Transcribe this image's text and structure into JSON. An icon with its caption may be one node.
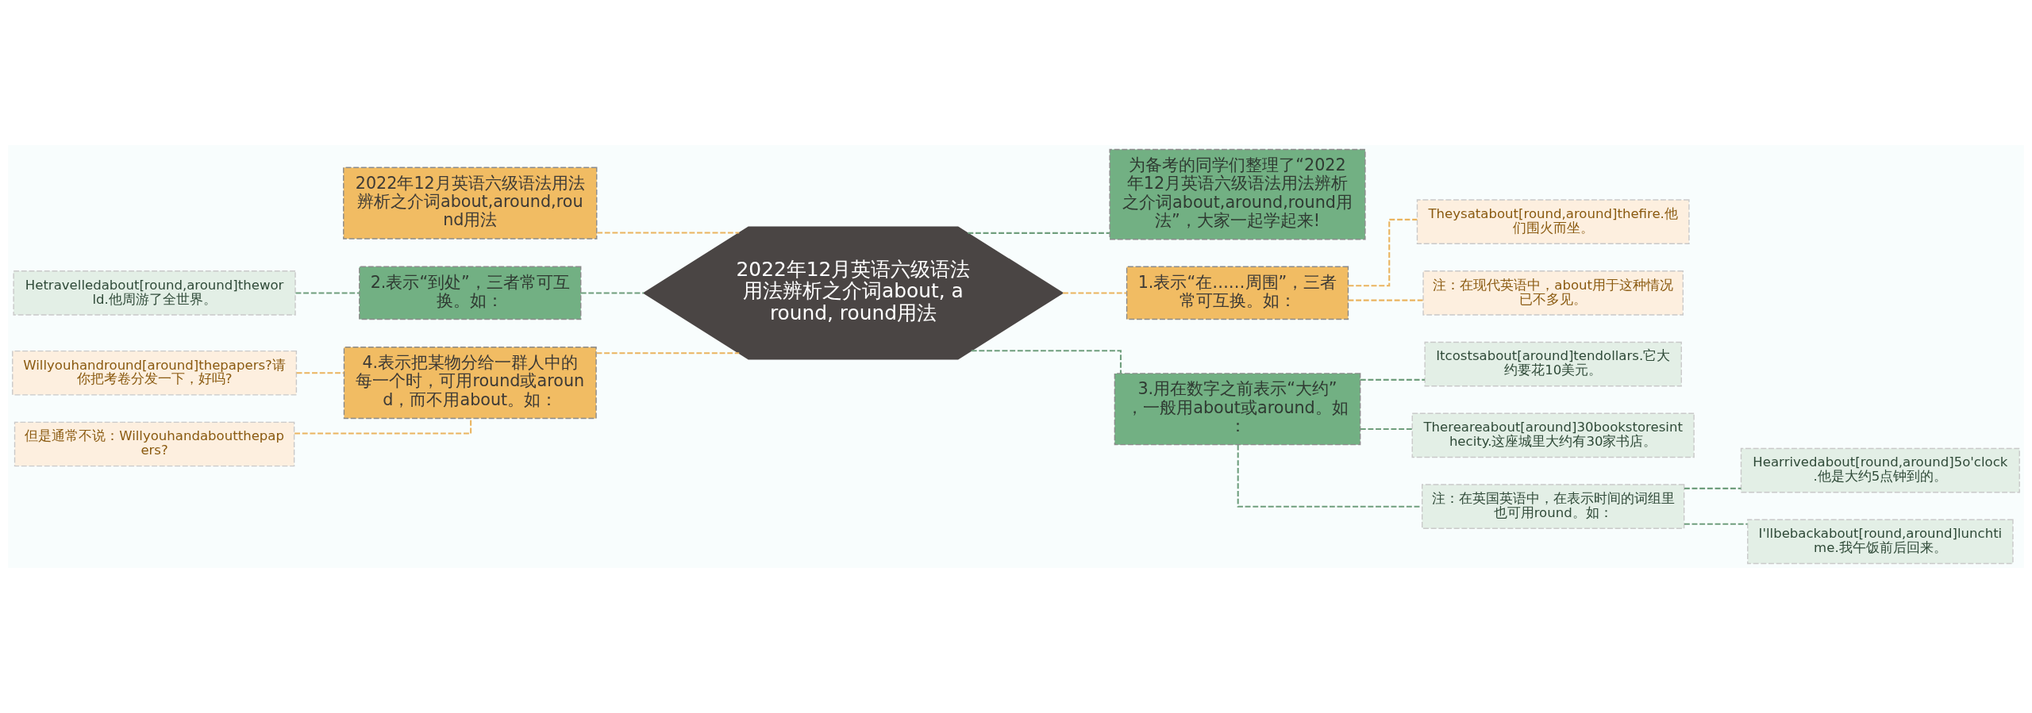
{
  "diagram": {
    "nodes": [
      {
        "text": [
          "2022年12月英语六级语法用法辨析之介词about, around, round用法"
        ]
      },
      {
        "text": [
          "2022年12月英语六级语法用法辨析之介词about,around,round用法"
        ]
      },
      {
        "text": [
          "2.表示“到处”，三者常可互换。如："
        ]
      },
      {
        "text": [
          "Hetravelledabout[round,around]theworld.他周游了全世界。"
        ]
      },
      {
        "text": [
          "4.表示把某物分给一群人中的每一个时，可用round或around，而不用about。如："
        ]
      },
      {
        "text": [
          "Willyouhandround[around]thepapers?请你把考卷分发一下，好吗?"
        ]
      },
      {
        "text": [
          "但是通常不说：Willyouhandaboutthepapers?"
        ]
      },
      {
        "text": [
          "为备考的同学们整理了“2022年12月英语六级语法用法辨析之介词about,around,round用法”，大家一起学起来!"
        ]
      },
      {
        "text": [
          "1.表示“在……周围”，三者常可互换。如："
        ]
      },
      {
        "text": [
          "Theysatabout[round,around]thefire.他们围火而坐。"
        ]
      },
      {
        "text": [
          "注：在现代英语中，about用于这种情况已不多见。"
        ]
      },
      {
        "text": [
          "3.用在数字之前表示“大约”，一般用about或around。如："
        ]
      },
      {
        "text": [
          "Itcostsabout[around]tendollars.它大约要花10美元。"
        ]
      },
      {
        "text": [
          "Thereareabout[around]30bookstoresinthecity.这座城里大约有30家书店。"
        ]
      },
      {
        "text": [
          "注：在英国英语中，在表示时间的词组里也可用round。如："
        ]
      },
      {
        "text": [
          "Hearrivedabout[round,around]5o'clock.他是大约5点钟到的。"
        ]
      },
      {
        "text": [
          "I'llbebackabout[round,around]lunchtime.我午饭前后回来。"
        ]
      }
    ],
    "edges": [
      {
        "from": 0,
        "to": 1,
        "arrow": "none",
        "style": "dashed",
        "color": "#eab45f"
      },
      {
        "from": 0,
        "to": 2,
        "arrow": "none",
        "style": "dashed"
      },
      {
        "from": 2,
        "to": 3,
        "arrow": "none",
        "style": "dashed"
      },
      {
        "from": 0,
        "to": 4,
        "arrow": "none",
        "style": "dashed",
        "color": "#eab45f"
      },
      {
        "from": 4,
        "to": 5,
        "arrow": "none",
        "style": "dashed",
        "color": "#eab45f"
      },
      {
        "from": 4,
        "to": 6,
        "arrow": "none",
        "style": "dashed",
        "color": "#eab45f"
      },
      {
        "from": 0,
        "to": 7,
        "arrow": "none",
        "style": "dashed"
      },
      {
        "from": 0,
        "to": 8,
        "arrow": "none",
        "style": "dashed",
        "color": "#eab45f"
      },
      {
        "from": 8,
        "to": 9,
        "arrow": "none",
        "style": "dashed",
        "color": "#eab45f"
      },
      {
        "from": 8,
        "to": 10,
        "arrow": "none",
        "style": "dashed",
        "color": "#eab45f"
      },
      {
        "from": 0,
        "to": 11,
        "arrow": "none",
        "style": "dashed"
      },
      {
        "from": 11,
        "to": 12,
        "arrow": "none",
        "style": "dashed"
      },
      {
        "from": 11,
        "to": 13,
        "arrow": "none",
        "style": "dashed"
      },
      {
        "from": 11,
        "to": 14,
        "arrow": "none",
        "style": "dashed"
      },
      {
        "from": 14,
        "to": 15,
        "arrow": "none",
        "style": "dashed"
      },
      {
        "from": 14,
        "to": 16,
        "arrow": "none",
        "style": "dashed"
      }
    ]
  }
}
